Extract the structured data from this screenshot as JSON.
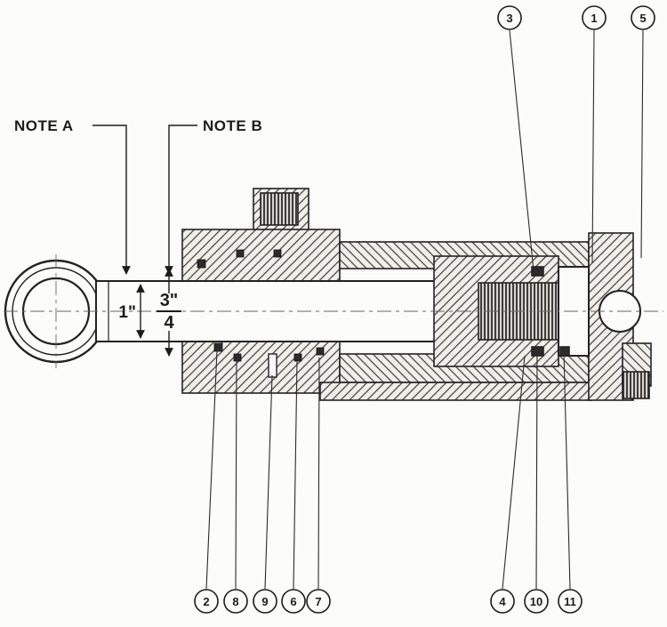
{
  "figure": {
    "background": "#fcfcfa",
    "line_color": "#1f1f1f",
    "hatch_fill": "#f1efe9",
    "notes": {
      "note_a": "NOTE A",
      "note_b": "NOTE B"
    },
    "dimensions": {
      "rod_diameter": "1\"",
      "fraction_numerator": "3\"",
      "fraction_denominator": "4"
    },
    "callouts": {
      "top": [
        {
          "label": "3"
        },
        {
          "label": "1"
        },
        {
          "label": "5"
        }
      ],
      "bottom_left": [
        {
          "label": "2"
        },
        {
          "label": "8"
        },
        {
          "label": "9"
        },
        {
          "label": "6"
        },
        {
          "label": "7"
        }
      ],
      "bottom_right": [
        {
          "label": "4"
        },
        {
          "label": "10"
        },
        {
          "label": "11"
        }
      ]
    }
  }
}
